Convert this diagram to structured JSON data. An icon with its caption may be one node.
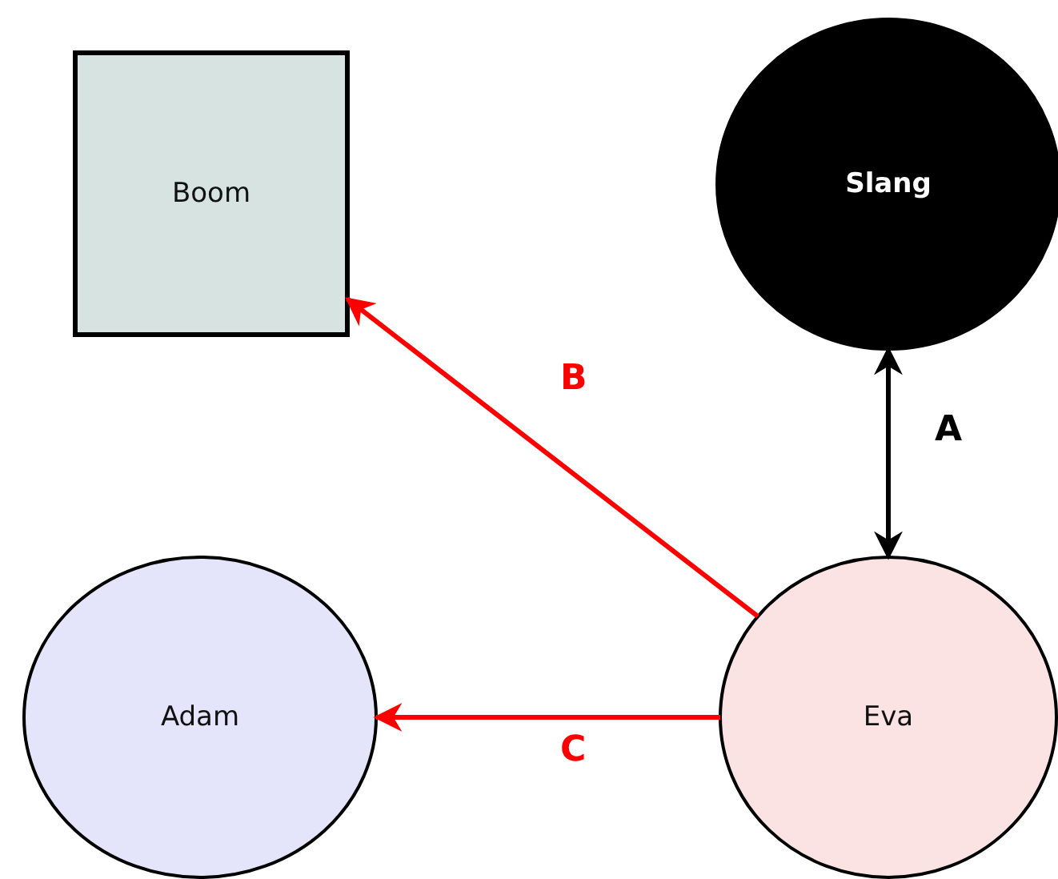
{
  "diagram": {
    "nodes": [
      {
        "text": [
          "Boom"
        ]
      },
      {
        "text": [
          "Slang"
        ]
      },
      {
        "text": [
          "Adam"
        ]
      },
      {
        "text": [
          "Eva"
        ]
      }
    ],
    "edges": [
      {
        "from": 3,
        "to": 0,
        "arrow": "to",
        "label": "B"
      },
      {
        "from": 1,
        "to": 3,
        "arrow": "both",
        "label": "A",
        "color": "#000000"
      },
      {
        "from": 3,
        "to": 2,
        "arrow": "to",
        "label": "C"
      }
    ]
  }
}
